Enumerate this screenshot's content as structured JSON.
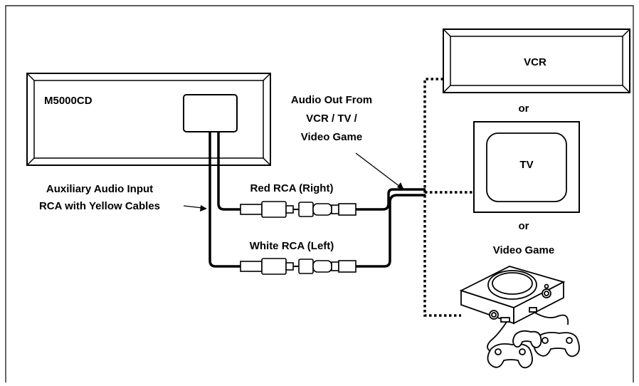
{
  "source_unit": {
    "label": "M5000CD"
  },
  "input_label": {
    "line1": "Auxiliary Audio Input",
    "line2": "RCA with Yellow Cables"
  },
  "cables": {
    "red": {
      "label": "Red RCA (Right)"
    },
    "white": {
      "label": "White RCA (Left)"
    }
  },
  "audio_out_label": {
    "line1": "Audio Out From",
    "line2": "VCR / TV /",
    "line3": "Video Game"
  },
  "devices": {
    "vcr": {
      "label": "VCR"
    },
    "or_1": "or",
    "tv": {
      "label": "TV"
    },
    "or_2": "or",
    "game": {
      "label": "Video Game"
    }
  }
}
